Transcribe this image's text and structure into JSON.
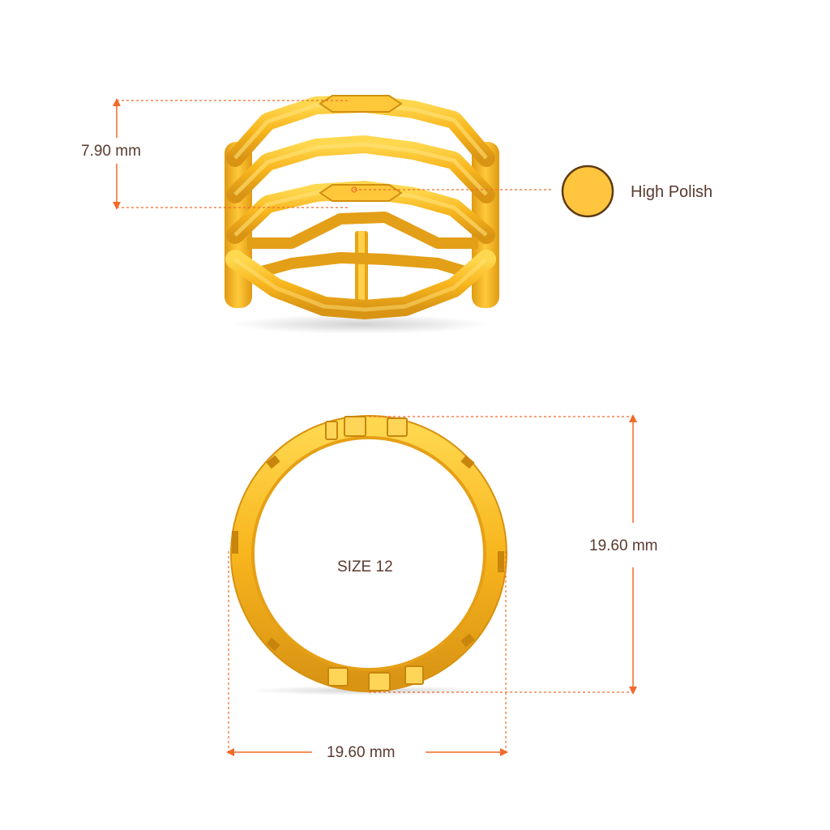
{
  "annotations": {
    "band_height": "7.90 mm",
    "finish": "High Polish",
    "size": "SIZE 12",
    "outer_diameter": "19.60 mm",
    "inner_width": "19.60 mm"
  },
  "colors": {
    "gold": "#f7b11f",
    "gold_light": "#ffd24a",
    "gold_dark": "#c98a0e",
    "swatch": "#ffc53e",
    "swatch_border": "#5c3a12",
    "dimension_line": "#f26a2a",
    "label_text": "#5a3a2e"
  },
  "icons": {
    "finish_swatch": "polish-swatch-icon"
  }
}
